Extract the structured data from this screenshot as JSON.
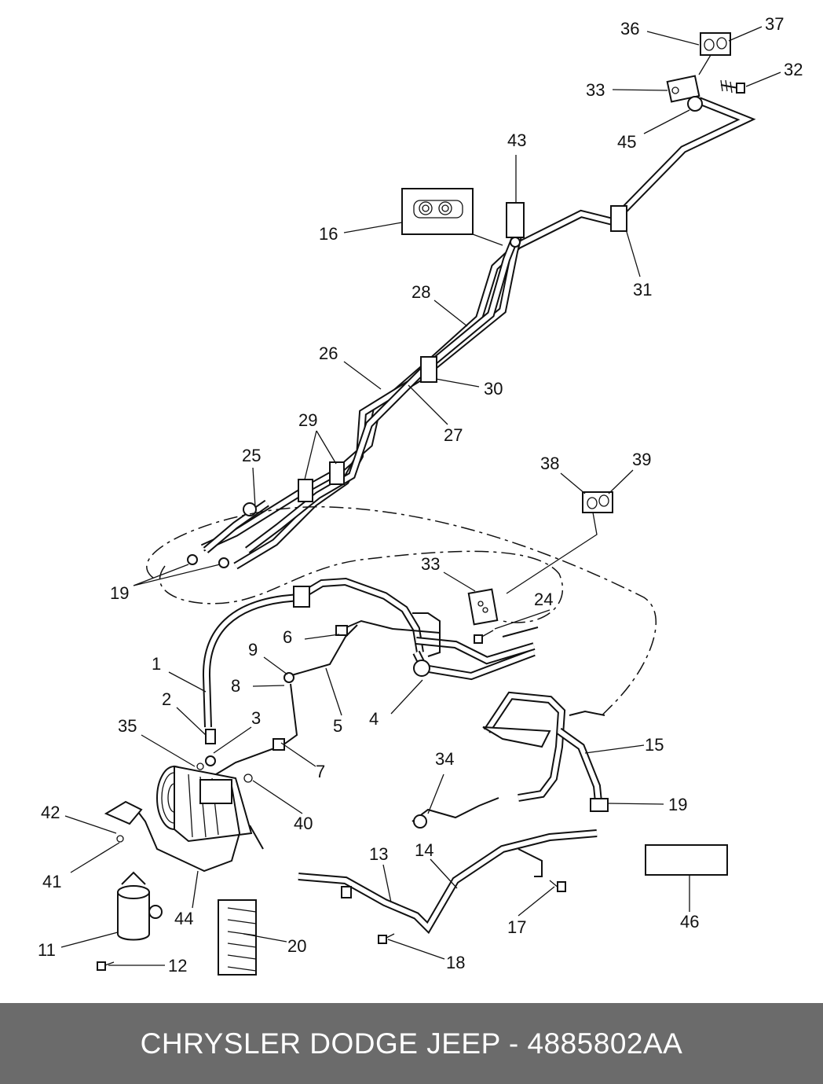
{
  "callouts": {
    "c1": "1",
    "c2": "2",
    "c3": "3",
    "c4": "4",
    "c5": "5",
    "c6": "6",
    "c7": "7",
    "c8": "8",
    "c9": "9",
    "c11": "11",
    "c12": "12",
    "c13": "13",
    "c14": "14",
    "c15": "15",
    "c16": "16",
    "c17": "17",
    "c18": "18",
    "c19a": "19",
    "c19b": "19",
    "c20": "20",
    "c24": "24",
    "c25": "25",
    "c26": "26",
    "c27": "27",
    "c28": "28",
    "c29": "29",
    "c30": "30",
    "c31": "31",
    "c32": "32",
    "c33a": "33",
    "c33b": "33",
    "c34": "34",
    "c35": "35",
    "c36": "36",
    "c37": "37",
    "c38": "38",
    "c39": "39",
    "c40": "40",
    "c41": "41",
    "c42": "42",
    "c43": "43",
    "c44": "44",
    "c45": "45",
    "c46": "46"
  },
  "footer": {
    "caption": "CHRYSLER DODGE JEEP - 4885802AA"
  }
}
